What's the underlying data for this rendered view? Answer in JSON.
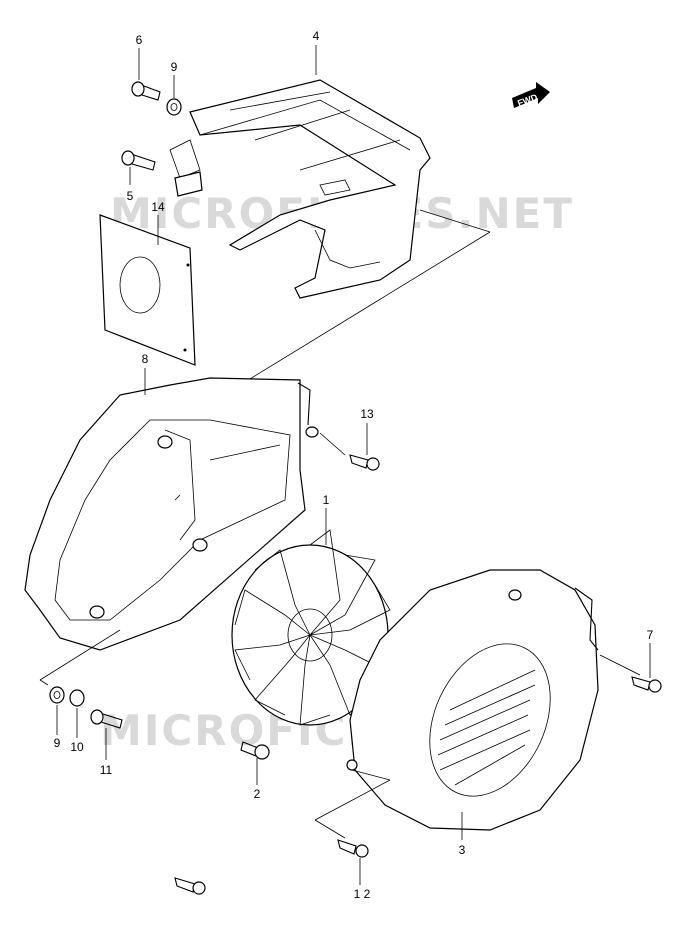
{
  "watermark": "MICROFICHES.NET",
  "fwd_label": "FWD",
  "callouts": [
    {
      "id": "c6",
      "label": "6"
    },
    {
      "id": "c9a",
      "label": "9"
    },
    {
      "id": "c4",
      "label": "4"
    },
    {
      "id": "c5",
      "label": "5"
    },
    {
      "id": "c14",
      "label": "14"
    },
    {
      "id": "c8",
      "label": "8"
    },
    {
      "id": "c13",
      "label": "13"
    },
    {
      "id": "c1",
      "label": "1"
    },
    {
      "id": "c7",
      "label": "7"
    },
    {
      "id": "c9b",
      "label": "9"
    },
    {
      "id": "c10",
      "label": "10"
    },
    {
      "id": "c11",
      "label": "11"
    },
    {
      "id": "c2",
      "label": "2"
    },
    {
      "id": "c3",
      "label": "3"
    },
    {
      "id": "c12",
      "label": "1 2"
    }
  ]
}
